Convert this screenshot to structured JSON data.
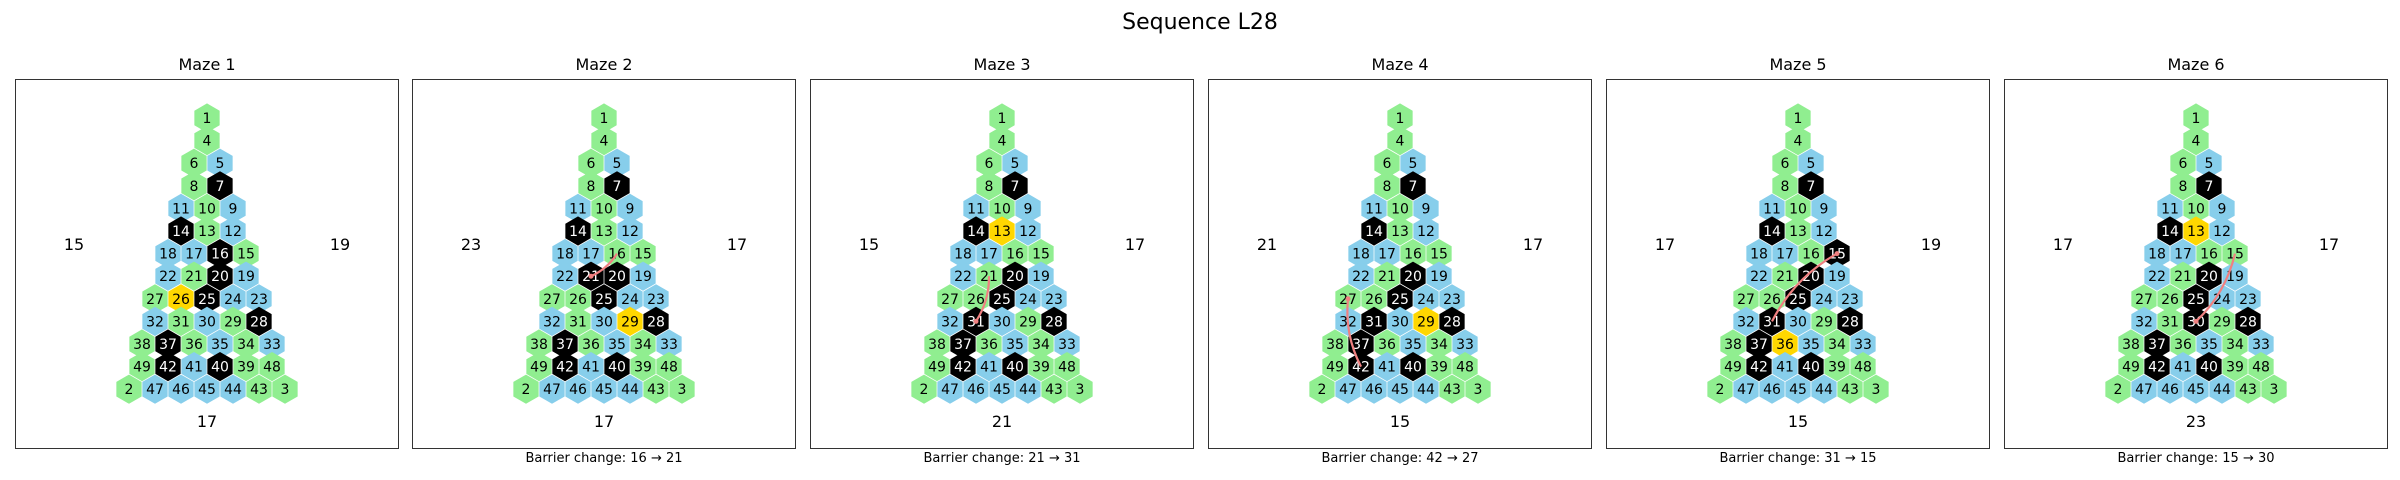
{
  "title": "Sequence L28",
  "colors": {
    "green": "#90EE90",
    "blue": "#87CEEB",
    "black": "#000000",
    "gold": "#FFD700",
    "path": "#F08080"
  },
  "layout_rows": [
    [
      1
    ],
    [
      4
    ],
    [
      6,
      5
    ],
    [
      8,
      7
    ],
    [
      11,
      10,
      9
    ],
    [
      14,
      13,
      12
    ],
    [
      18,
      17,
      16,
      15
    ],
    [
      22,
      21,
      20,
      19
    ],
    [
      27,
      26,
      25,
      24,
      23
    ],
    [
      32,
      31,
      30,
      29,
      28
    ],
    [
      38,
      37,
      36,
      35,
      34,
      33
    ],
    [
      49,
      42,
      41,
      40,
      39,
      48
    ],
    [
      2,
      47,
      46,
      45,
      44,
      43,
      3
    ]
  ],
  "base_colors": {
    "blue": [
      5,
      9,
      11,
      12,
      17,
      18,
      19,
      22,
      23,
      24,
      30,
      32,
      33,
      35,
      41,
      44,
      45,
      46,
      47
    ],
    "black": [
      7,
      14,
      16,
      20,
      25,
      28,
      37,
      40,
      42
    ]
  },
  "panels": [
    {
      "title": "Maze 1",
      "left_label": "15",
      "right_label": "19",
      "bottom_label": "17",
      "caption": "",
      "gold": [
        26
      ],
      "black_add": [],
      "black_remove": [],
      "path": []
    },
    {
      "title": "Maze 2",
      "left_label": "23",
      "right_label": "17",
      "bottom_label": "17",
      "caption": "Barrier change: 16 → 21",
      "gold": [
        29
      ],
      "black_add": [
        21
      ],
      "black_remove": [
        16
      ],
      "path": [
        16,
        21
      ]
    },
    {
      "title": "Maze 3",
      "left_label": "15",
      "right_label": "17",
      "bottom_label": "21",
      "caption": "Barrier change: 21 → 31",
      "gold": [
        13
      ],
      "black_add": [
        31
      ],
      "black_remove": [
        16
      ],
      "path": [
        21,
        31
      ]
    },
    {
      "title": "Maze 4",
      "left_label": "21",
      "right_label": "17",
      "bottom_label": "15",
      "caption": "Barrier change: 42 → 27",
      "gold": [
        29
      ],
      "black_add": [
        31
      ],
      "black_remove": [
        16
      ],
      "path": [
        42,
        27
      ]
    },
    {
      "title": "Maze 5",
      "left_label": "17",
      "right_label": "19",
      "bottom_label": "15",
      "caption": "Barrier change: 31 → 15",
      "gold": [
        36
      ],
      "black_add": [
        15,
        31
      ],
      "black_remove": [
        16
      ],
      "path": [
        31,
        15
      ]
    },
    {
      "title": "Maze 6",
      "left_label": "17",
      "right_label": "17",
      "bottom_label": "23",
      "caption": "Barrier change: 15 → 30",
      "gold": [
        13
      ],
      "black_add": [
        30
      ],
      "black_remove": [
        16
      ],
      "path": [
        15,
        30
      ]
    }
  ]
}
